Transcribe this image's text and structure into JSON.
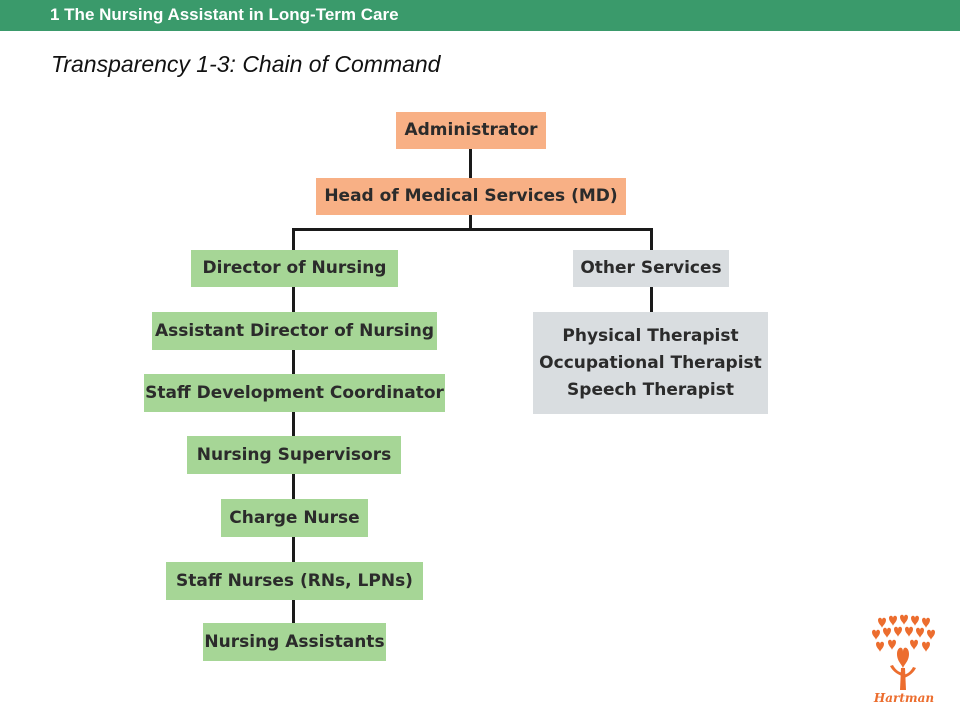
{
  "header": {
    "section_title": "1 The Nursing Assistant in Long-Term Care"
  },
  "slide": {
    "title": "Transparency 1-3: Chain of Command"
  },
  "org_chart": {
    "nodes": {
      "administrator": "Administrator",
      "head_medical": "Head of Medical Services (MD)",
      "director_nursing": "Director of Nursing",
      "assistant_director": "Assistant Director of Nursing",
      "staff_development": "Staff Development Coordinator",
      "nursing_supervisors": "Nursing Supervisors",
      "charge_nurse": "Charge Nurse",
      "staff_nurses": "Staff Nurses (RNs, LPNs)",
      "nursing_assistants": "Nursing Assistants",
      "other_services": "Other Services",
      "therapists": [
        "Physical Therapist",
        "Occupational Therapist",
        "Speech Therapist"
      ]
    },
    "colors": {
      "administration": "#f8b085",
      "nursing": "#a6d696",
      "other": "#d9dde0",
      "connector": "#1a1a1a",
      "header_bar": "#3a9a6b",
      "logo": "#ec6d2e"
    }
  },
  "logo": {
    "icon": "heart-tree-icon",
    "text": "Hartman"
  }
}
